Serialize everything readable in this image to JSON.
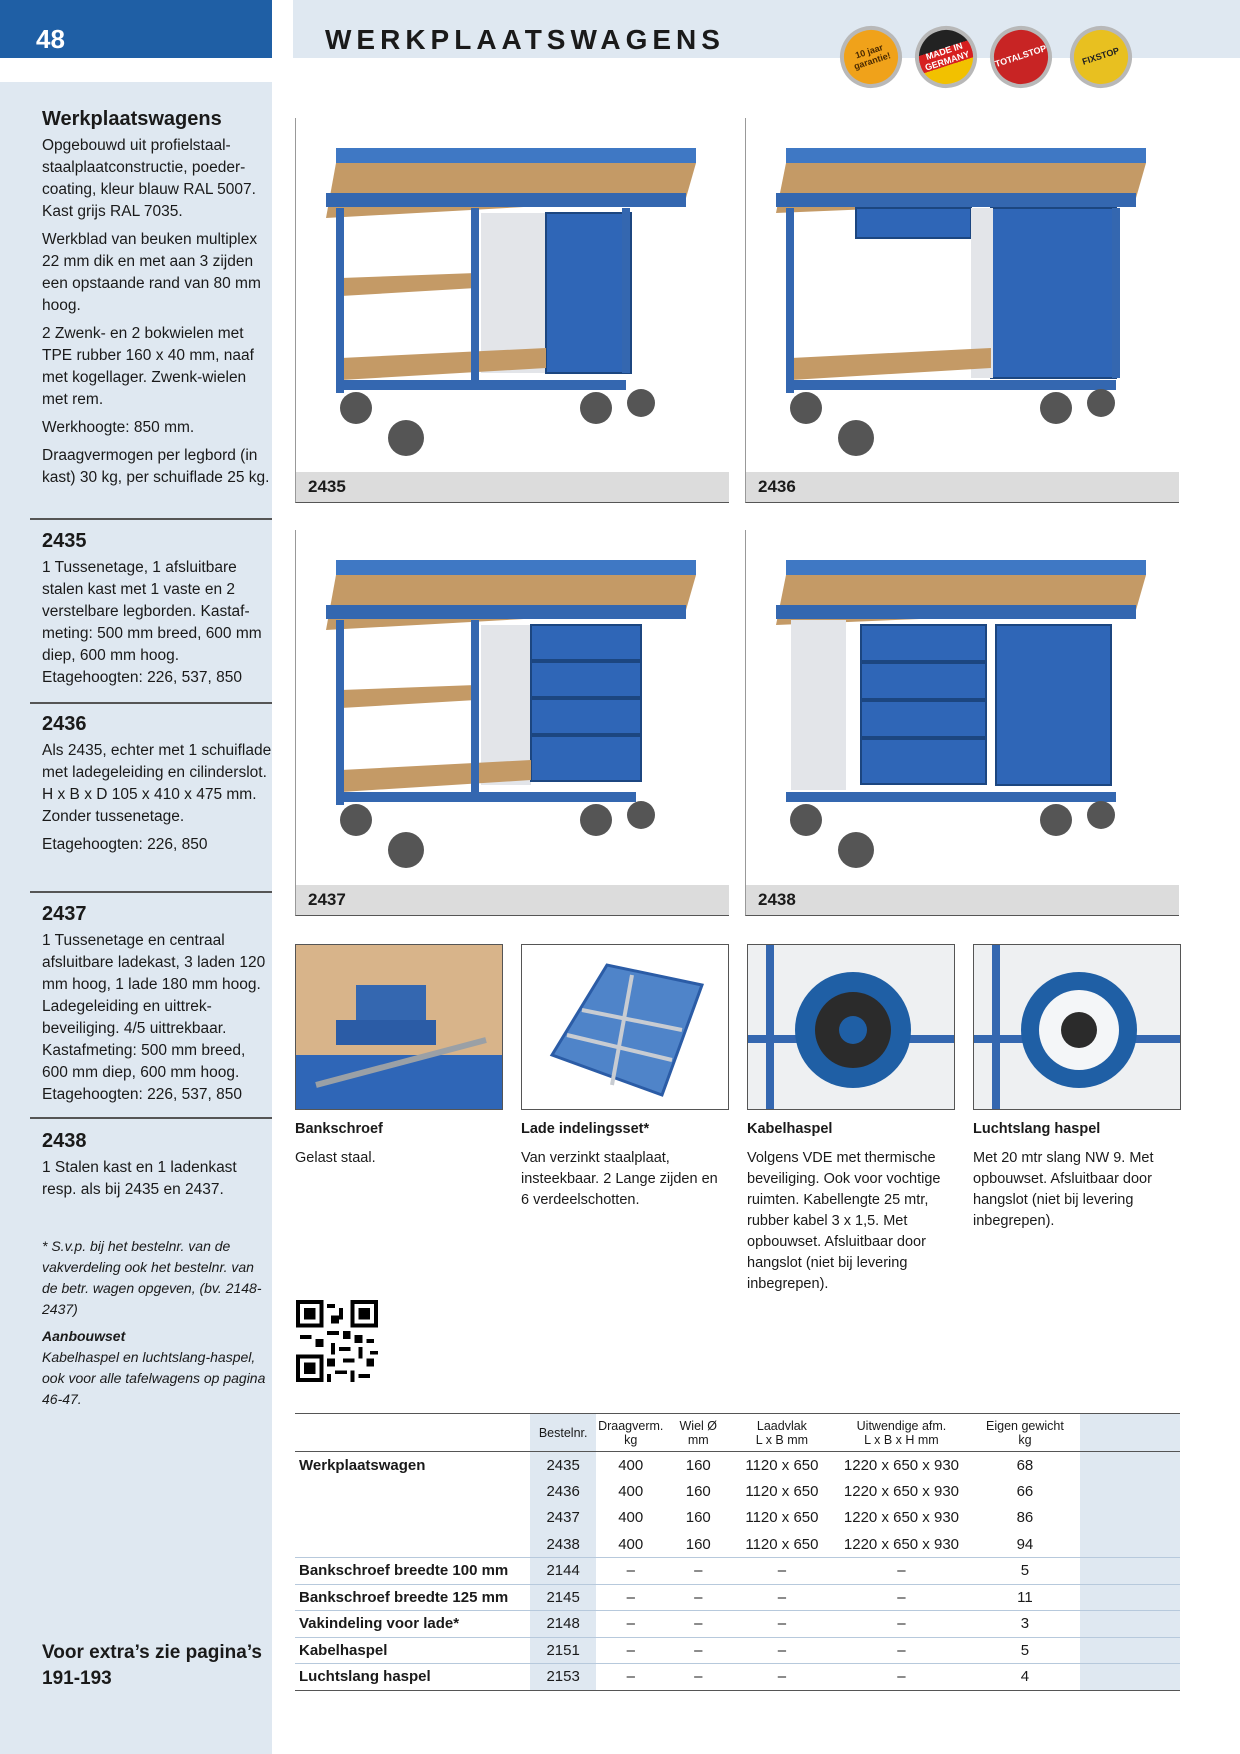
{
  "header": {
    "page_number": "48",
    "title": "WERKPLAATSWAGENS",
    "badges": [
      "10 jaar garantie!",
      "MADE IN GERMANY",
      "TOTALSTOP",
      "FIXSTOP"
    ]
  },
  "sidebar": {
    "intro_title": "Werkplaatswagens",
    "intro_paragraphs": [
      "Opgebouwd uit profielstaal-staalplaatconstructie, poeder-coating, kleur blauw RAL 5007. Kast grijs RAL 7035.",
      "Werkblad van beuken multiplex 22 mm dik en met aan 3 zijden een opstaande rand van 80 mm hoog.",
      "2 Zwenk- en 2 bokwielen met TPE rubber 160 x 40 mm, naaf met kogellager. Zwenk-wielen met rem.",
      "Werkhoogte: 850 mm.",
      "Draagvermogen per legbord (in kast) 30 kg, per schuiflade 25 kg."
    ],
    "models": [
      {
        "number": "2435",
        "paragraphs": [
          "1 Tussenetage, 1 afsluitbare stalen kast met 1 vaste en 2 verstelbare legborden. Kastaf-meting: 500 mm breed, 600 mm diep, 600 mm hoog. Etagehoogten: 226, 537, 850"
        ]
      },
      {
        "number": "2436",
        "paragraphs": [
          "Als 2435, echter met 1 schuiflade met ladegeleiding en cilinderslot. H x B x D 105 x 410 x 475 mm. Zonder tussenetage.",
          "Etagehoogten: 226, 850"
        ]
      },
      {
        "number": "2437",
        "paragraphs": [
          "1 Tussenetage en centraal afsluitbare ladekast, 3 laden 120 mm hoog, 1 lade 180 mm hoog. Ladegeleiding en uittrek-beveiliging. 4/5 uittrekbaar. Kastafmeting: 500 mm breed, 600 mm diep, 600 mm hoog. Etagehoogten: 226, 537, 850"
        ]
      },
      {
        "number": "2438",
        "paragraphs": [
          "1 Stalen kast en 1 ladenkast resp. als bij 2435 en 2437."
        ]
      }
    ],
    "note": "* S.v.p. bij het bestelnr. van de vakverdeling ook het bestelnr. van de betr. wagen opgeven, (bv. 2148-2437)",
    "aanbouw_title": "Aanbouwset",
    "aanbouw_text": "Kabelhaspel en luchtslang-haspel, ook voor alle tafelwagens op pagina 46-47.",
    "footer": "Voor extra’s zie pagina’s 191-193"
  },
  "photos": [
    {
      "label": "2435"
    },
    {
      "label": "2436"
    },
    {
      "label": "2437"
    },
    {
      "label": "2438"
    }
  ],
  "accessories": [
    {
      "title": "Bankschroef",
      "text": "Gelast staal."
    },
    {
      "title": "Lade indelingsset*",
      "text": "Van verzinkt staalplaat, insteekbaar. 2 Lange zijden en 6 verdeelschotten."
    },
    {
      "title": "Kabelhaspel",
      "text": "Volgens VDE met thermische beveiliging. Ook voor vochtige ruimten. Kabellengte 25 mtr, rubber kabel 3 x 1,5. Met opbouwset. Afsluitbaar door hangslot (niet bij levering inbegrepen)."
    },
    {
      "title": "Luchtslang haspel",
      "text": "Met 20 mtr slang NW 9. Met opbouwset. Afsluitbaar door hangslot (niet bij levering inbegrepen)."
    }
  ],
  "table": {
    "headers": [
      {
        "line1": "Bestelnr.",
        "line2": ""
      },
      {
        "line1": "Draagverm.",
        "line2": "kg"
      },
      {
        "line1": "Wiel Ø",
        "line2": "mm"
      },
      {
        "line1": "Laadvlak",
        "line2": "L x B mm"
      },
      {
        "line1": "Uitwendige afm.",
        "line2": "L x B x H mm"
      },
      {
        "line1": "Eigen gewicht",
        "line2": "kg"
      }
    ],
    "rows": [
      {
        "name": "Werkplaatswagen",
        "nr": "2435",
        "draag": "400",
        "wiel": "160",
        "laad": "1120 x 650",
        "uitw": "1220 x 650 x 930",
        "gew": "68"
      },
      {
        "name": "",
        "nr": "2436",
        "draag": "400",
        "wiel": "160",
        "laad": "1120 x 650",
        "uitw": "1220 x 650 x 930",
        "gew": "66"
      },
      {
        "name": "",
        "nr": "2437",
        "draag": "400",
        "wiel": "160",
        "laad": "1120 x 650",
        "uitw": "1220 x 650 x 930",
        "gew": "86"
      },
      {
        "name": "",
        "nr": "2438",
        "draag": "400",
        "wiel": "160",
        "laad": "1120 x 650",
        "uitw": "1220 x 650 x 930",
        "gew": "94"
      },
      {
        "name": "Bankschroef breedte 100 mm",
        "nr": "2144",
        "draag": "–",
        "wiel": "–",
        "laad": "–",
        "uitw": "–",
        "gew": "5"
      },
      {
        "name": "Bankschroef breedte 125 mm",
        "nr": "2145",
        "draag": "–",
        "wiel": "–",
        "laad": "–",
        "uitw": "–",
        "gew": "11"
      },
      {
        "name": "Vakindeling voor lade*",
        "nr": "2148",
        "draag": "–",
        "wiel": "–",
        "laad": "–",
        "uitw": "–",
        "gew": "3"
      },
      {
        "name": "Kabelhaspel",
        "nr": "2151",
        "draag": "–",
        "wiel": "–",
        "laad": "–",
        "uitw": "–",
        "gew": "5"
      },
      {
        "name": "Luchtslang haspel",
        "nr": "2153",
        "draag": "–",
        "wiel": "–",
        "laad": "–",
        "uitw": "–",
        "gew": "4"
      }
    ]
  }
}
